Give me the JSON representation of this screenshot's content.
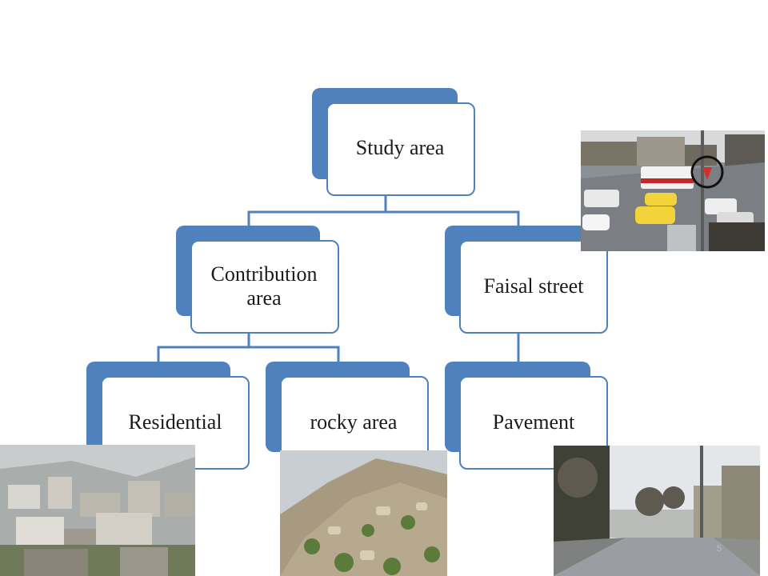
{
  "diagram": {
    "root": "Study area",
    "left_branch": "Contribution area",
    "right_branch": "Faisal street",
    "leaves": [
      "Residential",
      "rocky area",
      "Pavement"
    ]
  },
  "page_number": "5",
  "photos": [
    "traffic-street-photo",
    "foggy-residential-photo",
    "rocky-hill-photo",
    "empty-road-photo"
  ],
  "colors": {
    "accent": "#4f81bd",
    "connector": "#4f81bd"
  }
}
